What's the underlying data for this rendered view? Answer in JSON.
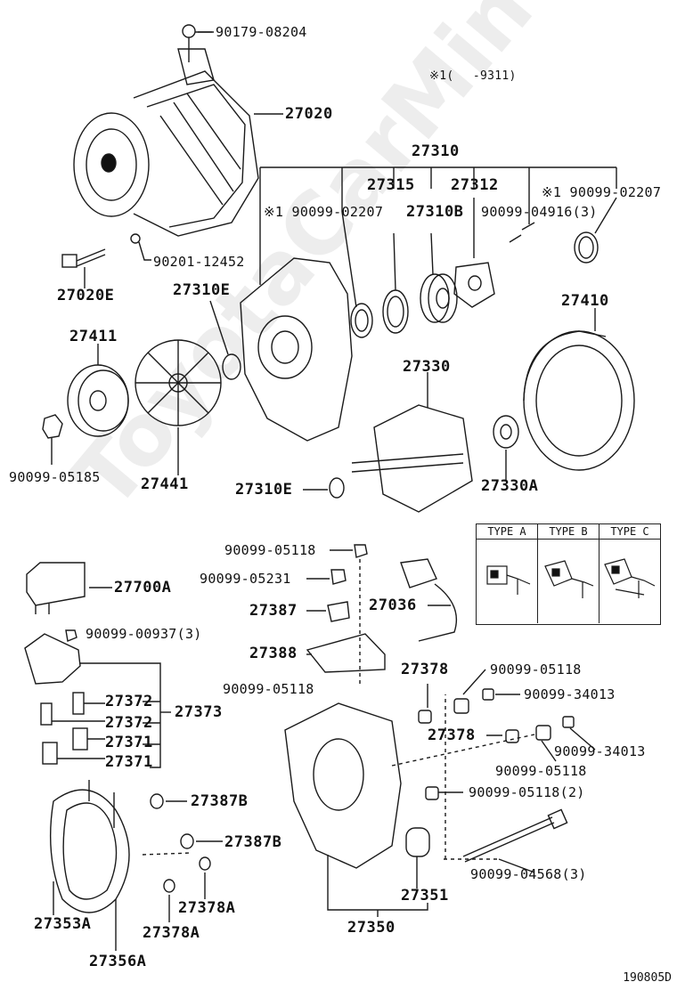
{
  "watermark": "ToyotaCarMine.ru",
  "diagram_code": "190805D",
  "note": "※1(　 -9311)",
  "types": [
    "TYPE A",
    "TYPE B",
    "TYPE C"
  ],
  "labels": {
    "p90179_08204": "90179-08204",
    "p27020": "27020",
    "p90201_12452": "90201-12452",
    "p27020E": "27020E",
    "p27310": "27310",
    "p27315": "27315",
    "p27312": "27312",
    "p27310B": "27310B",
    "p90099_02207a": "※1 90099-02207",
    "p90099_02207b": "※1 90099-02207",
    "p90099_04916": "90099-04916(3)",
    "p27310E_a": "27310E",
    "p27310E_b": "27310E",
    "p27411": "27411",
    "p27410": "27410",
    "p27330": "27330",
    "p27330A": "27330A",
    "p90099_05185": "90099-05185",
    "p27441": "27441",
    "p90099_05118a": "90099-05118",
    "p90099_05231": "90099-05231",
    "p27700A": "27700A",
    "p27387": "27387",
    "p27036": "27036",
    "p90099_00937": "90099-00937(3)",
    "p27388": "27388",
    "p27378a": "27378",
    "p90099_05118b": "90099-05118",
    "p90099_34013a": "90099-34013",
    "p90099_05118c": "90099-05118",
    "p27372a": "27372",
    "p27372b": "27372",
    "p27373": "27373",
    "p27371a": "27371",
    "p27371b": "27371",
    "p27378b": "27378",
    "p90099_34013b": "90099-34013",
    "p90099_05118d": "90099-05118",
    "p90099_05118e": "90099-05118(2)",
    "p27387B_a": "27387B",
    "p27387B_b": "27387B",
    "p90099_04568": "90099-04568(3)",
    "p27378A_a": "27378A",
    "p27378A_b": "27378A",
    "p27351": "27351",
    "p27353A": "27353A",
    "p27350": "27350",
    "p27356A": "27356A"
  }
}
